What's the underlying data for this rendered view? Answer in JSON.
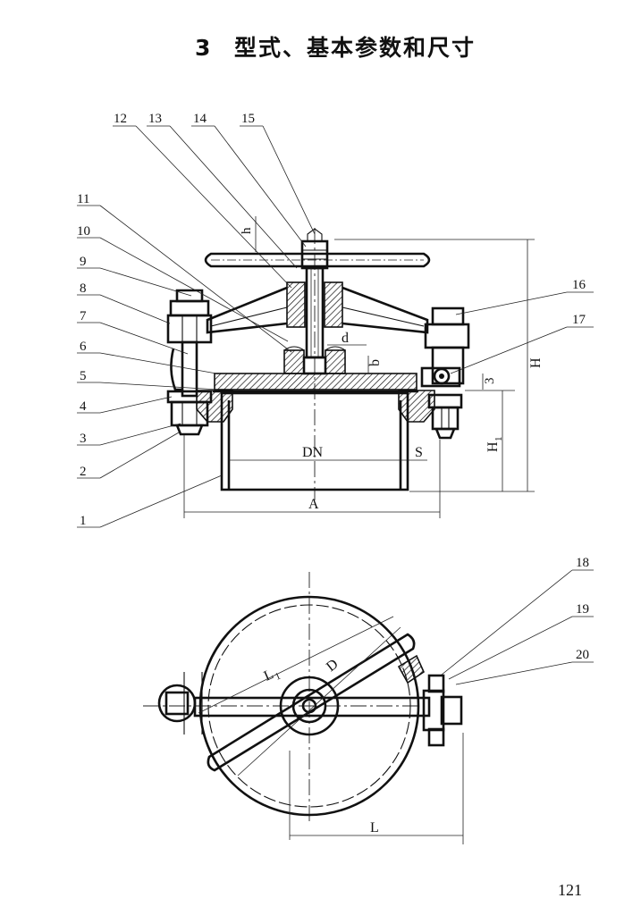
{
  "title": {
    "number": "3",
    "text": "型式、基本参数和尺寸"
  },
  "callouts": [
    "1",
    "2",
    "3",
    "4",
    "5",
    "6",
    "7",
    "8",
    "9",
    "10",
    "11",
    "12",
    "13",
    "14",
    "15",
    "16",
    "17",
    "18",
    "19",
    "20"
  ],
  "dimensions": {
    "dn": "DN",
    "a": "A",
    "s": "S",
    "h": "H",
    "h1": "H",
    "h1_sub": "1",
    "b": "b",
    "d_small": "d",
    "three": "3",
    "l": "L",
    "l1": "L",
    "l1_sub": "1",
    "d_big": "D",
    "h2": "h"
  },
  "page_number": "121"
}
